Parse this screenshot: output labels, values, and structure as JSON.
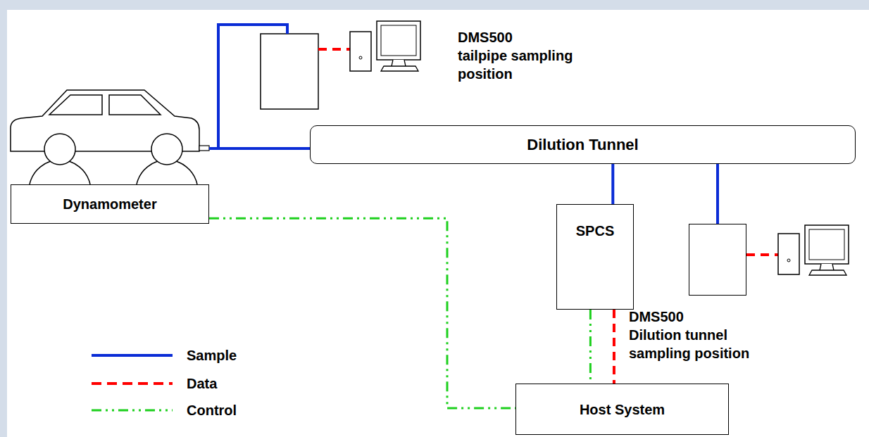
{
  "diagram": {
    "nodes": [
      {
        "text": [
          "Dilution Tunnel"
        ]
      },
      {
        "text": [
          "Dynamometer"
        ]
      },
      {
        "text": [
          "SPCS"
        ]
      },
      {
        "text": [
          "DMS500",
          "Dilution tunnel sampling position"
        ]
      },
      {
        "text": [
          "Host System"
        ]
      }
    ],
    "edges": [
      {
        "from": 0,
        "to": 2,
        "arrow": "none"
      },
      {
        "from": 0,
        "to": 3,
        "arrow": "none"
      },
      {
        "from": 2,
        "to": 4,
        "arrow": "none"
      },
      {
        "from": 2,
        "to": 4,
        "arrow": "none"
      },
      {
        "from": 1,
        "to": 4,
        "arrow": "none"
      }
    ],
    "labels": [
      "DMS500",
      "tailpipe sampling position"
    ],
    "legend": [
      {
        "text": "Sample"
      },
      {
        "text": "Data"
      },
      {
        "text": "Control"
      }
    ]
  }
}
